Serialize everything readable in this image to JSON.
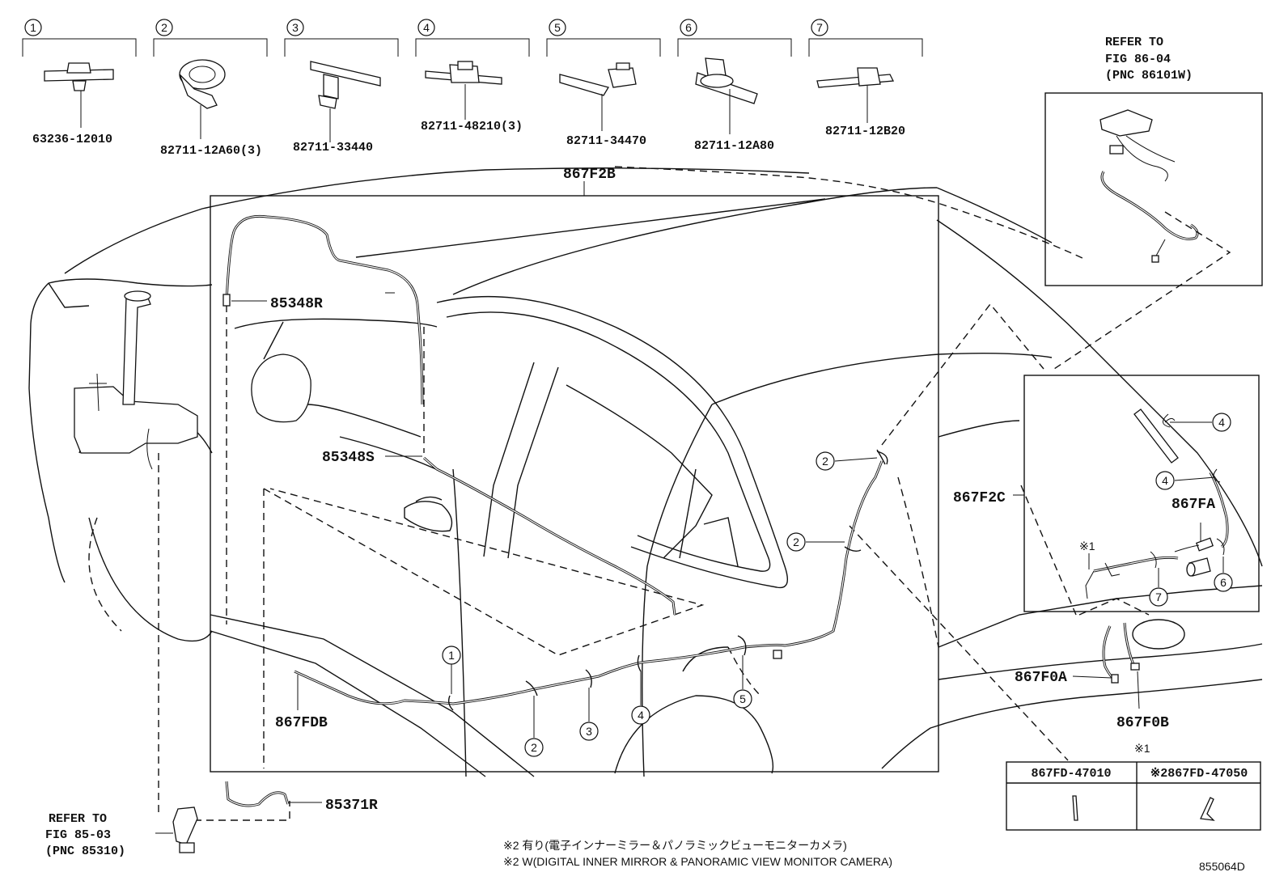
{
  "clips": [
    {
      "index": "1",
      "part_no": "63236-12010",
      "icon": "clip-1-icon"
    },
    {
      "index": "2",
      "part_no": "82711-12A60(3)",
      "icon": "clip-2-icon"
    },
    {
      "index": "3",
      "part_no": "82711-33440",
      "icon": "clip-3-icon"
    },
    {
      "index": "4",
      "part_no": "82711-48210(3)",
      "icon": "clip-4-icon"
    },
    {
      "index": "5",
      "part_no": "82711-34470",
      "icon": "clip-5-icon"
    },
    {
      "index": "6",
      "part_no": "82711-12A80",
      "icon": "clip-6-icon"
    },
    {
      "index": "7",
      "part_no": "82711-12B20",
      "icon": "clip-7-icon"
    }
  ],
  "refer_top": {
    "line1": "REFER TO",
    "line2": "FIG 86-04",
    "line3": "(PNC 86101W)"
  },
  "refer_bottom": {
    "line1": "REFER TO",
    "line2": "FIG 85-03",
    "line3": "(PNC 85310)"
  },
  "parts": {
    "main_wire": "867F2B",
    "hose_r": "85348R",
    "hose_s": "85348S",
    "hose_front": "85371R",
    "wire_db": "867FDB",
    "wire_2c": "867F2C",
    "wire_fa": "867FA",
    "wire_0a": "867F0A",
    "wire_0b": "867F0B"
  },
  "callouts": {
    "c1": "1",
    "c2a": "2",
    "c2b": "2",
    "c2c": "2",
    "c3": "3",
    "c4a": "4",
    "c4b": "4",
    "c4c": "4",
    "c5": "5",
    "c6": "6",
    "c7": "7"
  },
  "note_mark": "※1",
  "variant_table": {
    "title_mark": "※1",
    "col1": "867FD-47010",
    "col2": "※2867FD-47050"
  },
  "notes": {
    "jp": "※2 有り(電子インナーミラー＆パノラミックビューモニターカメラ)",
    "en": "※2 W(DIGITAL INNER MIRROR & PANORAMIC VIEW MONITOR CAMERA)"
  },
  "figure_id": "855064D"
}
